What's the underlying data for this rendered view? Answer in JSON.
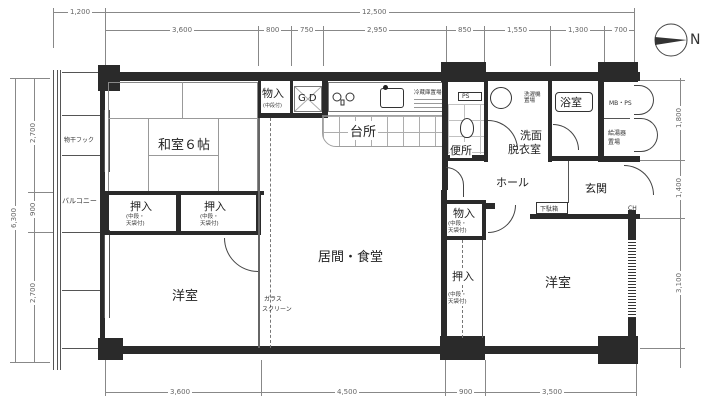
{
  "compass": {
    "label": "N"
  },
  "dimensions": {
    "top_overall": "12,500",
    "top_left_offset": "1,200",
    "top_segments": [
      "3,600",
      "800",
      "750",
      "2,950",
      "850",
      "1,550",
      "1,300",
      "700"
    ],
    "bottom_segments": [
      "3,600",
      "4,500",
      "900",
      "3,500"
    ],
    "left_overall": "6,300",
    "left_segments": [
      "2,700",
      "900",
      "2,700"
    ],
    "right_segments": [
      "1,800",
      "1,400",
      "3,100"
    ]
  },
  "rooms": {
    "washitsu": "和室６帖",
    "storage_top": {
      "label": "物入",
      "note": "(中段付)"
    },
    "gd": "G D",
    "kitchen": "台所",
    "fridge": "冷蔵庫置場",
    "ps": "PS",
    "toilet": "便所",
    "washroom": "洗面\n脱衣室",
    "washroom_line1": "洗面",
    "washroom_line2": "脱衣室",
    "washer": "洗濯機置場",
    "bath": "浴室",
    "mbps": "MB・PS",
    "water_heater": "給湯器置場",
    "hall": "ホール",
    "entrance": "玄関",
    "shoe_box": "下駄箱",
    "oshiire_left": {
      "label": "押入",
      "note1": "(中段・",
      "note2": "天袋付)"
    },
    "oshiire_mid": {
      "label": "押入",
      "note1": "(中段・",
      "note2": "天袋付)"
    },
    "storage_hall": {
      "label": "物入",
      "note1": "(中段・",
      "note2": "天袋付)"
    },
    "oshiire_right": {
      "label": "押入",
      "note1": "(中段・",
      "note2": "天袋付)"
    },
    "living": "居間・食堂",
    "western_left": "洋室",
    "western_right": "洋室",
    "glass_screen_1": "ガラス",
    "glass_screen_2": "スクリーン",
    "balcony": "バルコニー",
    "laundry_hook": "物干フック",
    "ch_label": "CH"
  }
}
